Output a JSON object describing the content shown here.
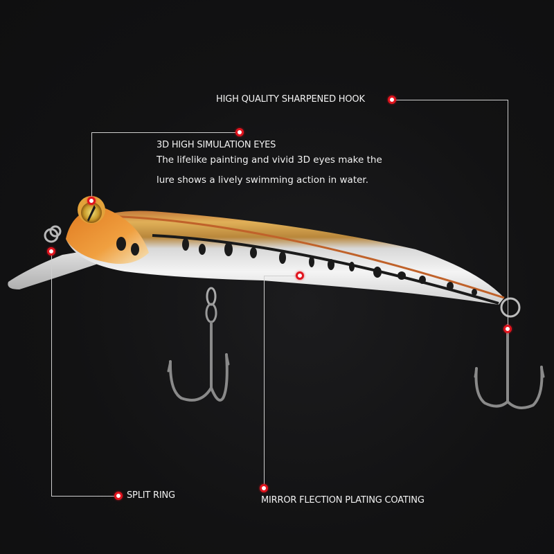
{
  "product": {
    "name": "Minnow fishing lure",
    "colors": {
      "background": "#111111",
      "callout_dot": "#e0141e",
      "lines": "#cfcfcf",
      "text": "#f2f2f2",
      "lure_back": "#c88a3a",
      "lure_belly": "#eeeeee",
      "spots": "#1a1a1a"
    }
  },
  "callouts": {
    "hook": {
      "title": "HIGH QUALITY SHARPENED HOOK"
    },
    "eyes": {
      "title": "3D HIGH SIMULATION EYES",
      "line1": "The lifelike painting and vivid 3D eyes make the",
      "line2": "lure shows a lively swimming action in water."
    },
    "split_ring": {
      "title": "SPLIT RING"
    },
    "plating": {
      "title": "MIRROR FLECTION PLATING COATING"
    }
  }
}
